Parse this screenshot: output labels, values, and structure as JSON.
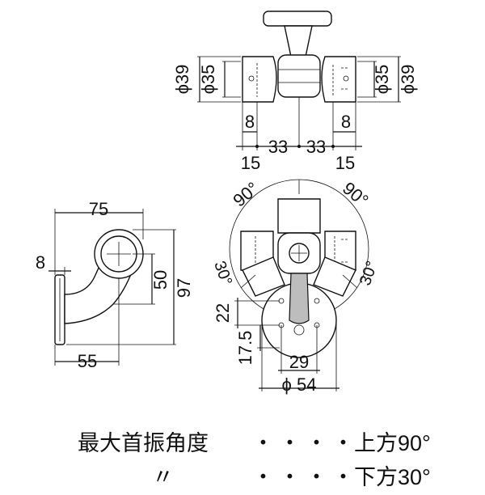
{
  "top_view": {
    "dims": {
      "phi39_left": "ϕ39",
      "phi35_left": "ϕ35",
      "phi35_right": "ϕ35",
      "phi39_right": "ϕ39",
      "w8_left": "8",
      "w8_right": "8",
      "w33_left": "33",
      "w33_right": "33",
      "w15_left": "15",
      "w15_right": "15"
    }
  },
  "side_view": {
    "dims": {
      "w75": "75",
      "w8": "8",
      "h50": "50",
      "h97": "97",
      "w55": "55"
    }
  },
  "front_view": {
    "dims": {
      "a90_left": "90°",
      "a90_right": "90°",
      "a30_left": "30°",
      "a30_right": "30°",
      "h22": "22",
      "h17_5": "17.5",
      "w29": "29",
      "phi54": "ϕ 54"
    }
  },
  "spec": {
    "row1_label": "最大首振角度",
    "row1_dots": "・・・・",
    "row1_value": "上方90°",
    "row2_label": "〃",
    "row2_dots": "・・・・",
    "row2_value": "下方30°"
  }
}
